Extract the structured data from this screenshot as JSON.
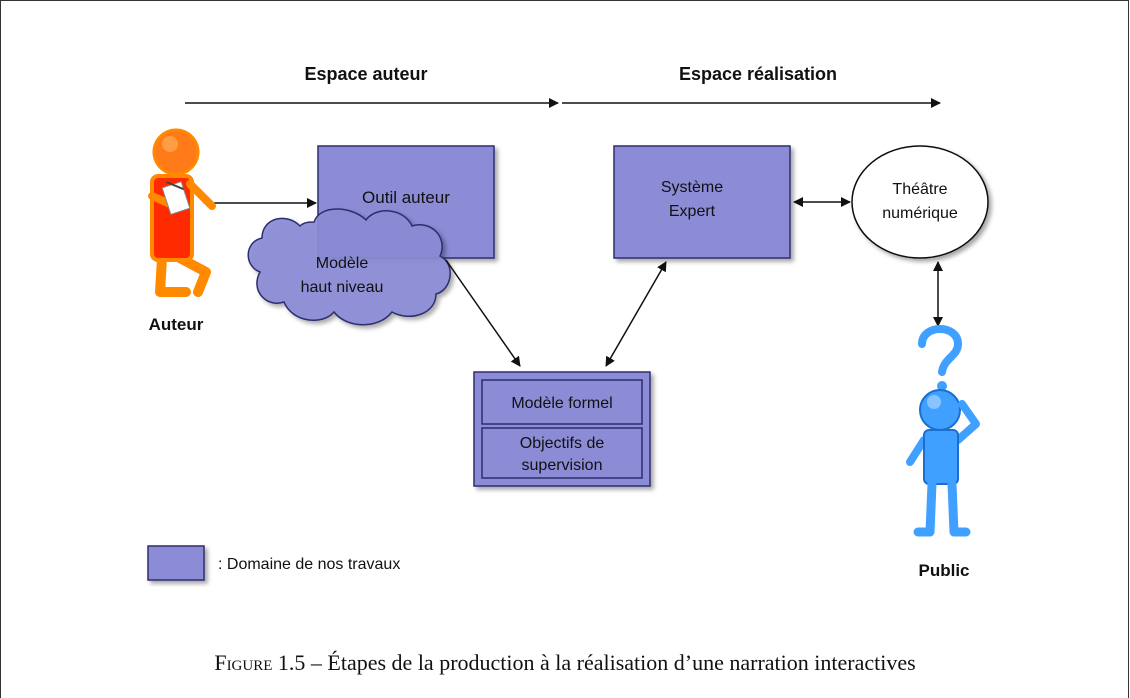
{
  "diagram": {
    "space_author": "Espace auteur",
    "space_realisation": "Espace réalisation",
    "tool": "Outil auteur",
    "model_high_1": "Modèle",
    "model_high_2": "haut niveau",
    "expert_1": "Système",
    "expert_2": "Expert",
    "theatre_1": "Théâtre",
    "theatre_2": "numérique",
    "formal_model": "Modèle formel",
    "objectives_1": "Objectifs de",
    "objectives_2": "supervision",
    "author_label": "Auteur",
    "public_label": "Public",
    "legend_text": ": Domaine de nos travaux"
  },
  "caption": {
    "figure": "Figure",
    "text": "1.5 – Étapes de la production à la réalisation d’une narration interactives"
  },
  "colors": {
    "box_fill": "#8b8bd6",
    "box_stroke": "#2d2d6e",
    "author_orange": "#ff8a00",
    "author_red": "#ff2a00",
    "public_blue": "#3fa0ff"
  }
}
